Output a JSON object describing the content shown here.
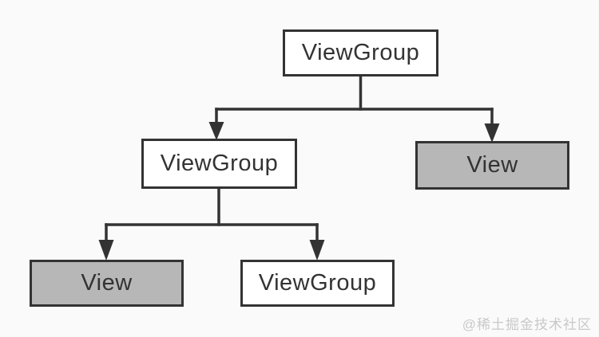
{
  "diagram": {
    "type": "tree",
    "description": "View hierarchy tree: a root ViewGroup with two children (ViewGroup, View); the child ViewGroup has two children (View, ViewGroup)",
    "nodes": [
      {
        "id": "root",
        "label": "ViewGroup",
        "variant": "viewgroup",
        "parent": null
      },
      {
        "id": "mid-viewgroup",
        "label": "ViewGroup",
        "variant": "viewgroup",
        "parent": "root"
      },
      {
        "id": "right-view",
        "label": "View",
        "variant": "view",
        "parent": "root"
      },
      {
        "id": "bottom-view",
        "label": "View",
        "variant": "view",
        "parent": "mid-viewgroup"
      },
      {
        "id": "bottom-viewgroup",
        "label": "ViewGroup",
        "variant": "viewgroup",
        "parent": "mid-viewgroup"
      }
    ],
    "watermark": "@稀土掘金技术社区",
    "colors": {
      "background": "#fafafa",
      "viewgroup_fill": "#ffffff",
      "view_fill": "#b7b7b7",
      "stroke": "#333333",
      "text": "#333333",
      "watermark": "#c9c9c9"
    }
  }
}
